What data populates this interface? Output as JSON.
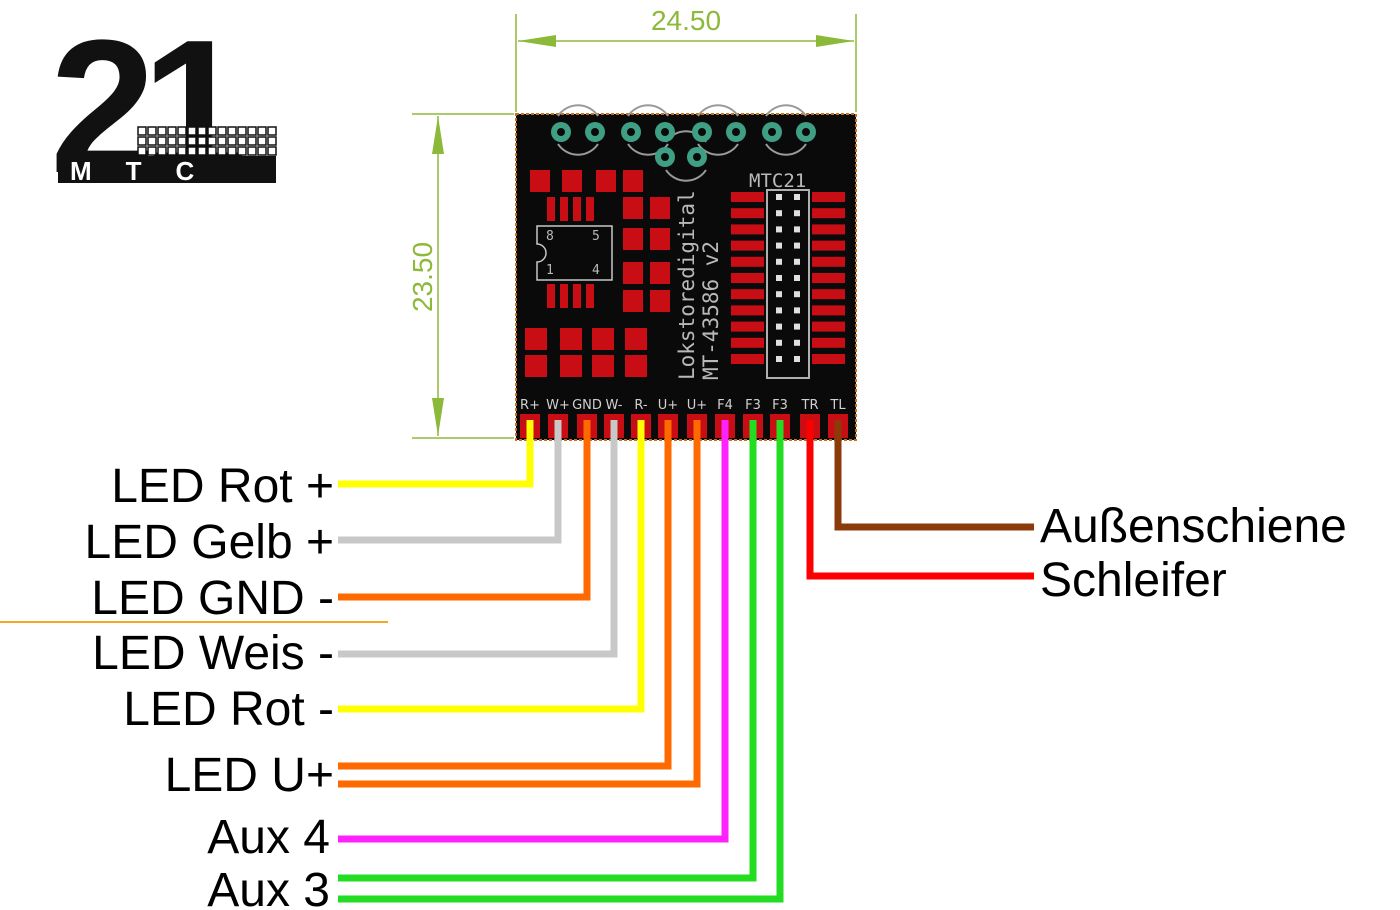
{
  "logo": {
    "number": "21",
    "text": "MTC"
  },
  "dimensions": {
    "width_label": "24.50",
    "height_label": "23.50"
  },
  "board": {
    "header_label": "MTC21",
    "maker": "Lokstoredigital",
    "model": "MT-43586 v2",
    "ic_pin_labels": [
      "8",
      "5",
      "1",
      "4"
    ],
    "pin_labels": [
      "R+",
      "W+",
      "GND",
      "W-",
      "R-",
      "U+",
      "U+",
      "F4",
      "F3",
      "F3",
      "TR",
      "TL"
    ]
  },
  "left_labels": [
    "LED Rot +",
    "LED Gelb +",
    "LED GND -",
    "LED Weis -",
    "LED Rot -",
    "LED U+",
    "Aux 4",
    "Aux 3"
  ],
  "right_labels": [
    "Außenschiene",
    "Schleifer"
  ],
  "wire_colors": {
    "yellow": "#ffff00",
    "gray": "#c8c8c8",
    "orange": "#ff6a00",
    "magenta": "#ff22ff",
    "green": "#22dd22",
    "red": "#ff0000",
    "brown": "#8b3a0a"
  }
}
